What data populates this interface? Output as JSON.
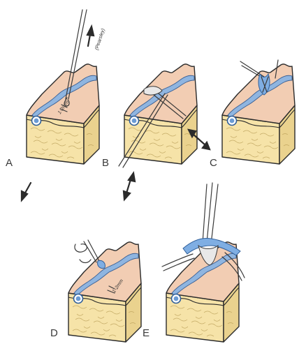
{
  "figure": {
    "panels": [
      {
        "letter": "A",
        "annotations": [
          "(Pearsley)",
          "1-2mm"
        ]
      },
      {
        "letter": "B",
        "annotations": []
      },
      {
        "letter": "C",
        "annotations": []
      },
      {
        "letter": "D",
        "annotations": [
          "1-2mm"
        ]
      },
      {
        "letter": "E",
        "annotations": []
      }
    ]
  },
  "colors": {
    "skin_top": "#f2cdb3",
    "skin_front": "#f6e3a8",
    "vein": "#8fb5e0",
    "vessel": "#2f5f9a",
    "outline": "#2b2b2b"
  }
}
